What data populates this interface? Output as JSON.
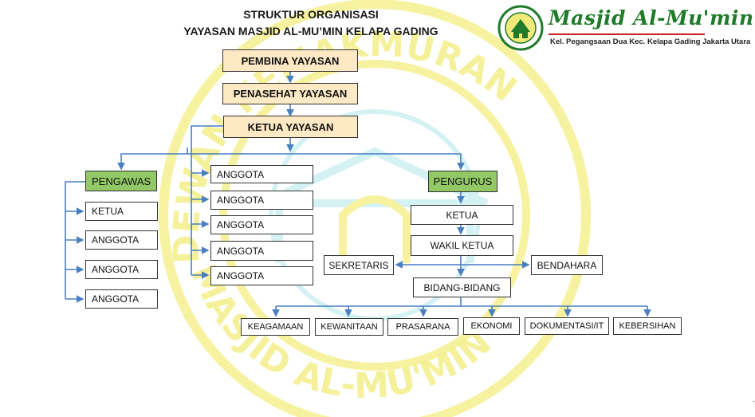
{
  "header": {
    "title_line1": "STRUKTUR ORGANISASI",
    "title_line2": "YAYASAN MASJID AL-MU’MIN KELAPA GADING"
  },
  "logo": {
    "name": "Masjid Al-Mu'min",
    "address": "Kel. Pegangsaan Dua Kec. Kelapa Gading Jakarta Utara",
    "seal_text": "DEWAN KEMAKMURAN MASJID AL-MU'MIN",
    "color_green": "#1f7a2a",
    "color_red": "#c81e1e"
  },
  "watermark": {
    "text_top": "DEWAN KEMAKMURAN",
    "text_bottom": "MASJID AL-MU'MIN",
    "color": "#f3f090"
  },
  "top_chain": {
    "pembina": "PEMBINA YAYASAN",
    "penasehat": "PENASEHAT YAYASAN",
    "ketua": "KETUA YAYASAN"
  },
  "anggota_yayasan": [
    "ANGGOTA",
    "ANGGOTA",
    "ANGGOTA",
    "ANGGOTA",
    "ANGGOTA"
  ],
  "pengawas": {
    "header": "PENGAWAS",
    "members": [
      "KETUA",
      "ANGGOTA",
      "ANGGOTA",
      "ANGGOTA"
    ]
  },
  "pengurus": {
    "header": "PENGURUS",
    "ketua": "KETUA",
    "wakil": "WAKIL KETUA",
    "sekretaris": "SEKRETARIS",
    "bendahara": "BENDAHARA",
    "bidang": "BIDANG-BIDANG",
    "bidang_list": [
      "KEAGAMAAN",
      "KEWANITAAN",
      "PRASARANA",
      "EKONOMI",
      "DOKUMENTASI/IT",
      "KEBERSIHAN"
    ]
  },
  "colors": {
    "connector": "#4a7fc0",
    "header_fill": "#fde9c4",
    "group_fill": "#92c966"
  }
}
